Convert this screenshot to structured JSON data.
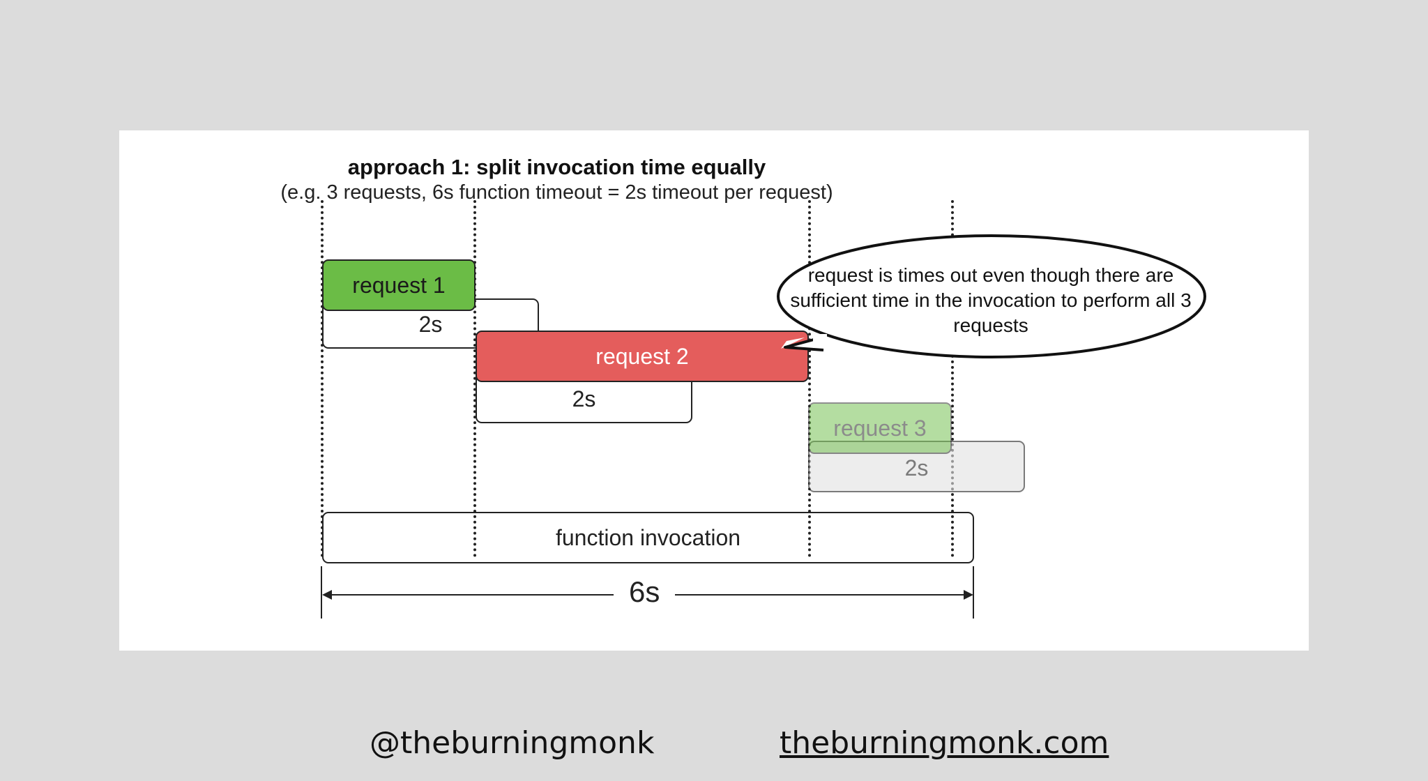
{
  "title": "approach 1: split invocation time equally",
  "subtitle": "(e.g. 3 requests, 6s function timeout = 2s timeout per request)",
  "requests": [
    {
      "label": "request 1",
      "duration": "2s",
      "color": "#6bbc46"
    },
    {
      "label": "request 2",
      "duration": "2s",
      "color": "#e45d5c"
    },
    {
      "label": "request 3",
      "duration": "2s",
      "color": "#6bbc46"
    }
  ],
  "invocation": {
    "label": "function invocation",
    "duration": "6s"
  },
  "callout": "request is times out even though there are sufficient time in the invocation to perform all 3 requests",
  "footer": {
    "handle": "@theburningmonk",
    "website": "theburningmonk.com"
  }
}
